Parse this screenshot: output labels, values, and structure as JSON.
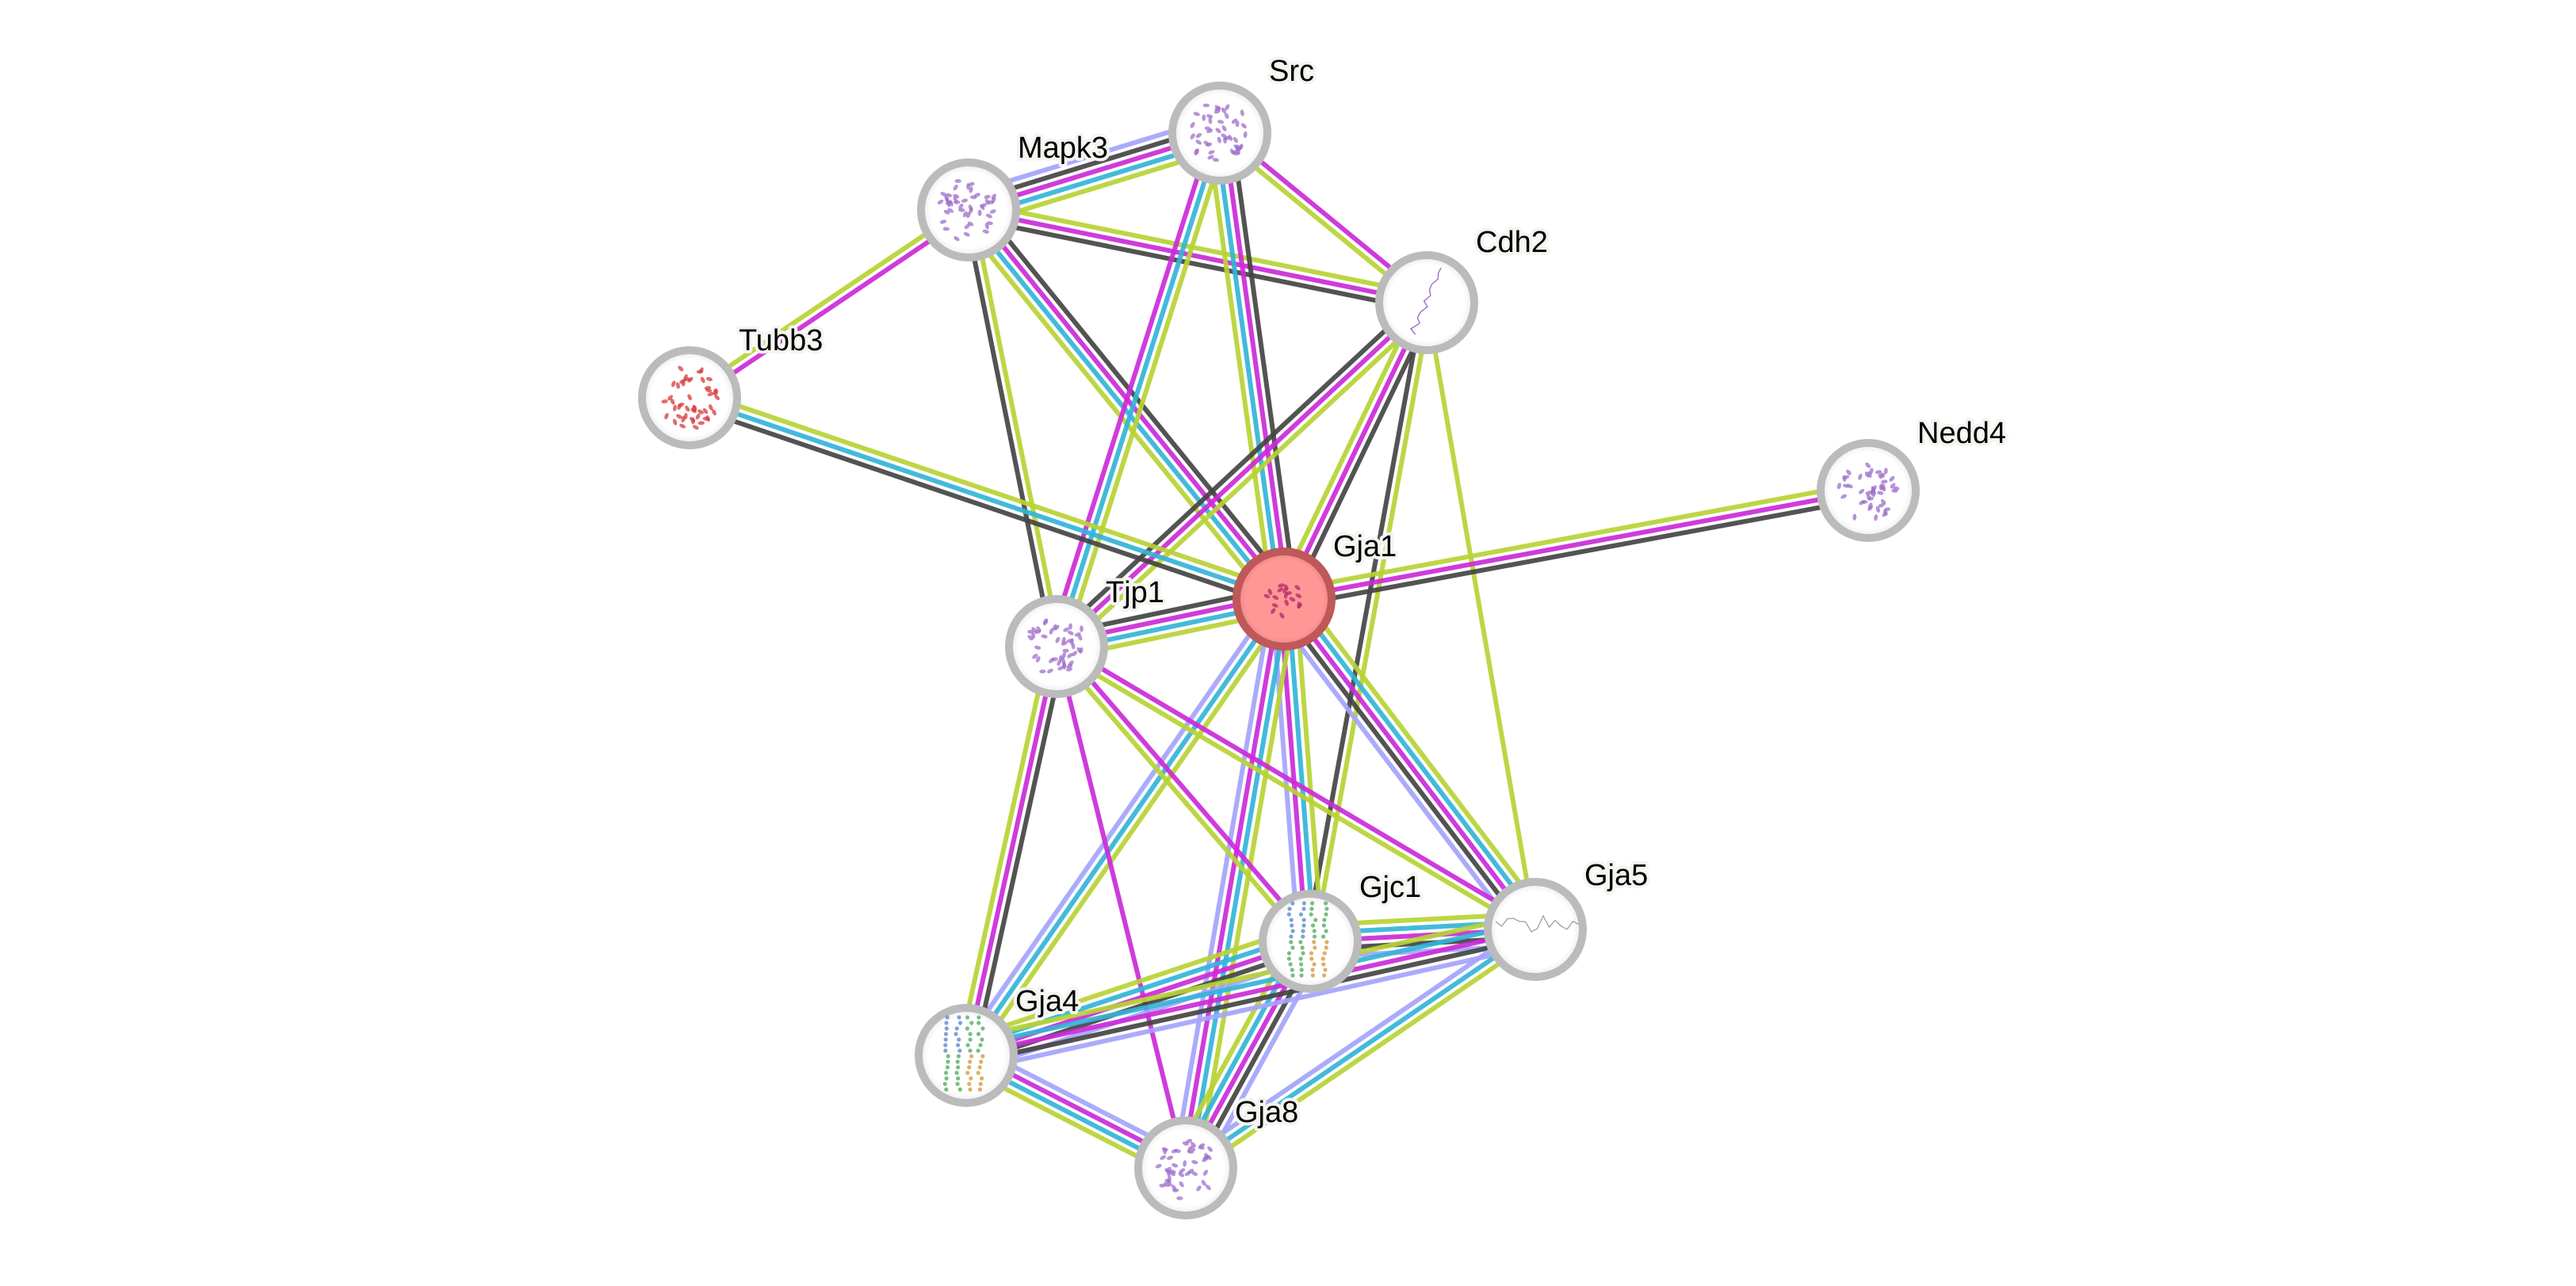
{
  "network": {
    "channel_colors": {
      "textmining": "#b7d334",
      "database": "#33b4d8",
      "experiments": "#cb2ad8",
      "coexpression": "#444444",
      "homology": "#a4a4fc"
    },
    "node_style": {
      "default_stroke": "#bbbbbb",
      "default_fill": "#ffffff",
      "query_fill": "#ff9797",
      "query_stroke": "#bf5858",
      "structure_colors": [
        "#9d6fc9",
        "#d63b3b",
        "#6a8fd0",
        "#5fb36b",
        "#d9a04a"
      ]
    },
    "nodes": [
      {
        "id": "Src",
        "label": "Src",
        "query": false,
        "structure": "purple"
      },
      {
        "id": "Mapk3",
        "label": "Mapk3",
        "query": false,
        "structure": "purple"
      },
      {
        "id": "Cdh2",
        "label": "Cdh2",
        "query": false,
        "structure": "purple-thin"
      },
      {
        "id": "Tubb3",
        "label": "Tubb3",
        "query": false,
        "structure": "red"
      },
      {
        "id": "Nedd4",
        "label": "Nedd4",
        "query": false,
        "structure": "purple"
      },
      {
        "id": "Gja1",
        "label": "Gja1",
        "query": true,
        "structure": "magenta"
      },
      {
        "id": "Tjp1",
        "label": "Tjp1",
        "query": false,
        "structure": "purple"
      },
      {
        "id": "Gjc1",
        "label": "Gjc1",
        "query": false,
        "structure": "multicolor"
      },
      {
        "id": "Gja5",
        "label": "Gja5",
        "query": false,
        "structure": "grey-thin"
      },
      {
        "id": "Gja4",
        "label": "Gja4",
        "query": false,
        "structure": "multicolor"
      },
      {
        "id": "Gja8",
        "label": "Gja8",
        "query": false,
        "structure": "purple"
      }
    ],
    "edges": [
      {
        "a": "Mapk3",
        "b": "Src",
        "channels": [
          "homology",
          "coexpression",
          "experiments",
          "database",
          "textmining"
        ]
      },
      {
        "a": "Mapk3",
        "b": "Cdh2",
        "channels": [
          "textmining",
          "experiments",
          "coexpression"
        ]
      },
      {
        "a": "Mapk3",
        "b": "Tubb3",
        "channels": [
          "experiments",
          "textmining"
        ]
      },
      {
        "a": "Mapk3",
        "b": "Gja1",
        "channels": [
          "coexpression",
          "experiments",
          "database",
          "textmining"
        ]
      },
      {
        "a": "Mapk3",
        "b": "Tjp1",
        "channels": [
          "textmining",
          "coexpression"
        ]
      },
      {
        "a": "Src",
        "b": "Cdh2",
        "channels": [
          "experiments",
          "textmining"
        ]
      },
      {
        "a": "Src",
        "b": "Gja1",
        "channels": [
          "coexpression",
          "experiments",
          "database",
          "textmining"
        ]
      },
      {
        "a": "Src",
        "b": "Tjp1",
        "channels": [
          "textmining",
          "database",
          "experiments"
        ]
      },
      {
        "a": "Cdh2",
        "b": "Gja1",
        "channels": [
          "coexpression",
          "experiments",
          "textmining"
        ]
      },
      {
        "a": "Cdh2",
        "b": "Tjp1",
        "channels": [
          "textmining",
          "experiments",
          "coexpression"
        ]
      },
      {
        "a": "Cdh2",
        "b": "Gjc1",
        "channels": [
          "textmining",
          "coexpression"
        ]
      },
      {
        "a": "Cdh2",
        "b": "Gja5",
        "channels": [
          "textmining"
        ]
      },
      {
        "a": "Tubb3",
        "b": "Gja1",
        "channels": [
          "textmining",
          "database",
          "coexpression"
        ]
      },
      {
        "a": "Nedd4",
        "b": "Gja1",
        "channels": [
          "coexpression",
          "experiments",
          "textmining"
        ]
      },
      {
        "a": "Gja1",
        "b": "Tjp1",
        "channels": [
          "textmining",
          "database",
          "experiments",
          "coexpression"
        ]
      },
      {
        "a": "Gja1",
        "b": "Gjc1",
        "channels": [
          "textmining",
          "database",
          "experiments",
          "homology"
        ]
      },
      {
        "a": "Gja1",
        "b": "Gja5",
        "channels": [
          "textmining",
          "database",
          "experiments",
          "coexpression",
          "homology"
        ]
      },
      {
        "a": "Gja1",
        "b": "Gja4",
        "channels": [
          "textmining",
          "database",
          "homology"
        ]
      },
      {
        "a": "Gja1",
        "b": "Gja8",
        "channels": [
          "textmining",
          "database",
          "experiments",
          "homology"
        ]
      },
      {
        "a": "Tjp1",
        "b": "Gja4",
        "channels": [
          "coexpression",
          "experiments",
          "textmining"
        ]
      },
      {
        "a": "Tjp1",
        "b": "Gja8",
        "channels": [
          "experiments"
        ]
      },
      {
        "a": "Tjp1",
        "b": "Gjc1",
        "channels": [
          "experiments",
          "textmining"
        ]
      },
      {
        "a": "Tjp1",
        "b": "Gja5",
        "channels": [
          "experiments",
          "textmining"
        ]
      },
      {
        "a": "Gjc1",
        "b": "Gja5",
        "channels": [
          "textmining",
          "database",
          "experiments",
          "coexpression",
          "homology"
        ]
      },
      {
        "a": "Gjc1",
        "b": "Gja4",
        "channels": [
          "homology",
          "coexpression",
          "experiments",
          "database",
          "textmining"
        ]
      },
      {
        "a": "Gjc1",
        "b": "Gja8",
        "channels": [
          "homology",
          "coexpression",
          "experiments",
          "database",
          "textmining"
        ]
      },
      {
        "a": "Gja5",
        "b": "Gja4",
        "channels": [
          "homology",
          "coexpression",
          "experiments",
          "database",
          "textmining"
        ]
      },
      {
        "a": "Gja5",
        "b": "Gja8",
        "channels": [
          "textmining",
          "database",
          "homology"
        ]
      },
      {
        "a": "Gja4",
        "b": "Gja8",
        "channels": [
          "homology",
          "experiments",
          "database",
          "textmining"
        ]
      }
    ]
  }
}
